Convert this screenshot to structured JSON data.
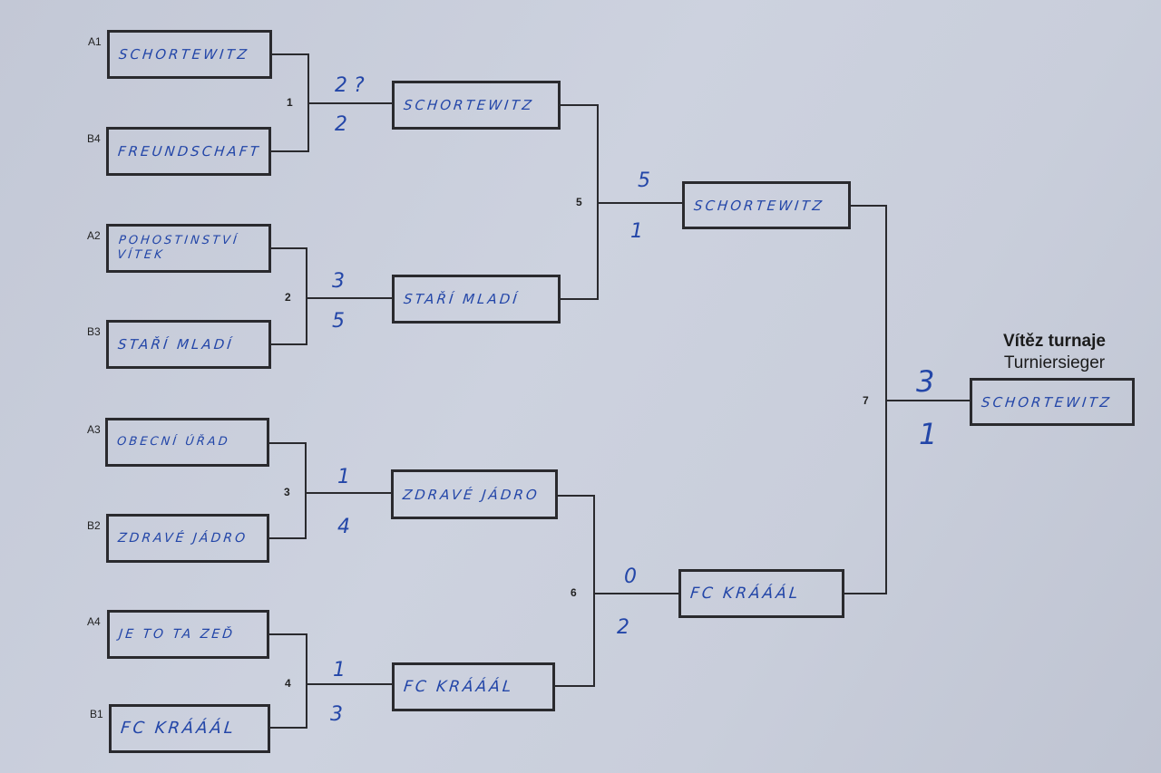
{
  "round1": [
    {
      "seed": "A1",
      "team": "SCHORTEWITZ"
    },
    {
      "seed": "B4",
      "team": "FREUNDSCHAFT"
    },
    {
      "seed": "A2",
      "team": "POHOSTINSTVÍ\nVÍTEK"
    },
    {
      "seed": "B3",
      "team": "STAŘÍ MLADÍ"
    },
    {
      "seed": "A3",
      "team": "OBECNÍ ÚŘAD"
    },
    {
      "seed": "B2",
      "team": "ZDRAVÉ JÁDRO"
    },
    {
      "seed": "A4",
      "team": "JE TO TA ZEĎ"
    },
    {
      "seed": "B1",
      "team": "FC KRÁÁÁL"
    }
  ],
  "round2": [
    "SCHORTEWITZ",
    "STAŘÍ MLADÍ",
    "ZDRAVÉ JÁDRO",
    "FC KRÁÁÁL"
  ],
  "round3": [
    "SCHORTEWITZ",
    "FC KRÁÁÁL"
  ],
  "winner": {
    "title": "Vítěz turnaje",
    "subtitle": "Turniersieger",
    "team": "SCHORTEWITZ"
  },
  "matches": [
    {
      "number": "1",
      "score_top": "2 ?",
      "score_bottom": "2"
    },
    {
      "number": "2",
      "score_top": "3",
      "score_bottom": "5"
    },
    {
      "number": "3",
      "score_top": "1",
      "score_bottom": "4"
    },
    {
      "number": "4",
      "score_top": "1",
      "score_bottom": "3"
    },
    {
      "number": "5",
      "score_top": "5",
      "score_bottom": "1"
    },
    {
      "number": "6",
      "score_top": "0",
      "score_bottom": "2"
    },
    {
      "number": "7",
      "score_top": "3",
      "score_bottom": "1"
    }
  ]
}
